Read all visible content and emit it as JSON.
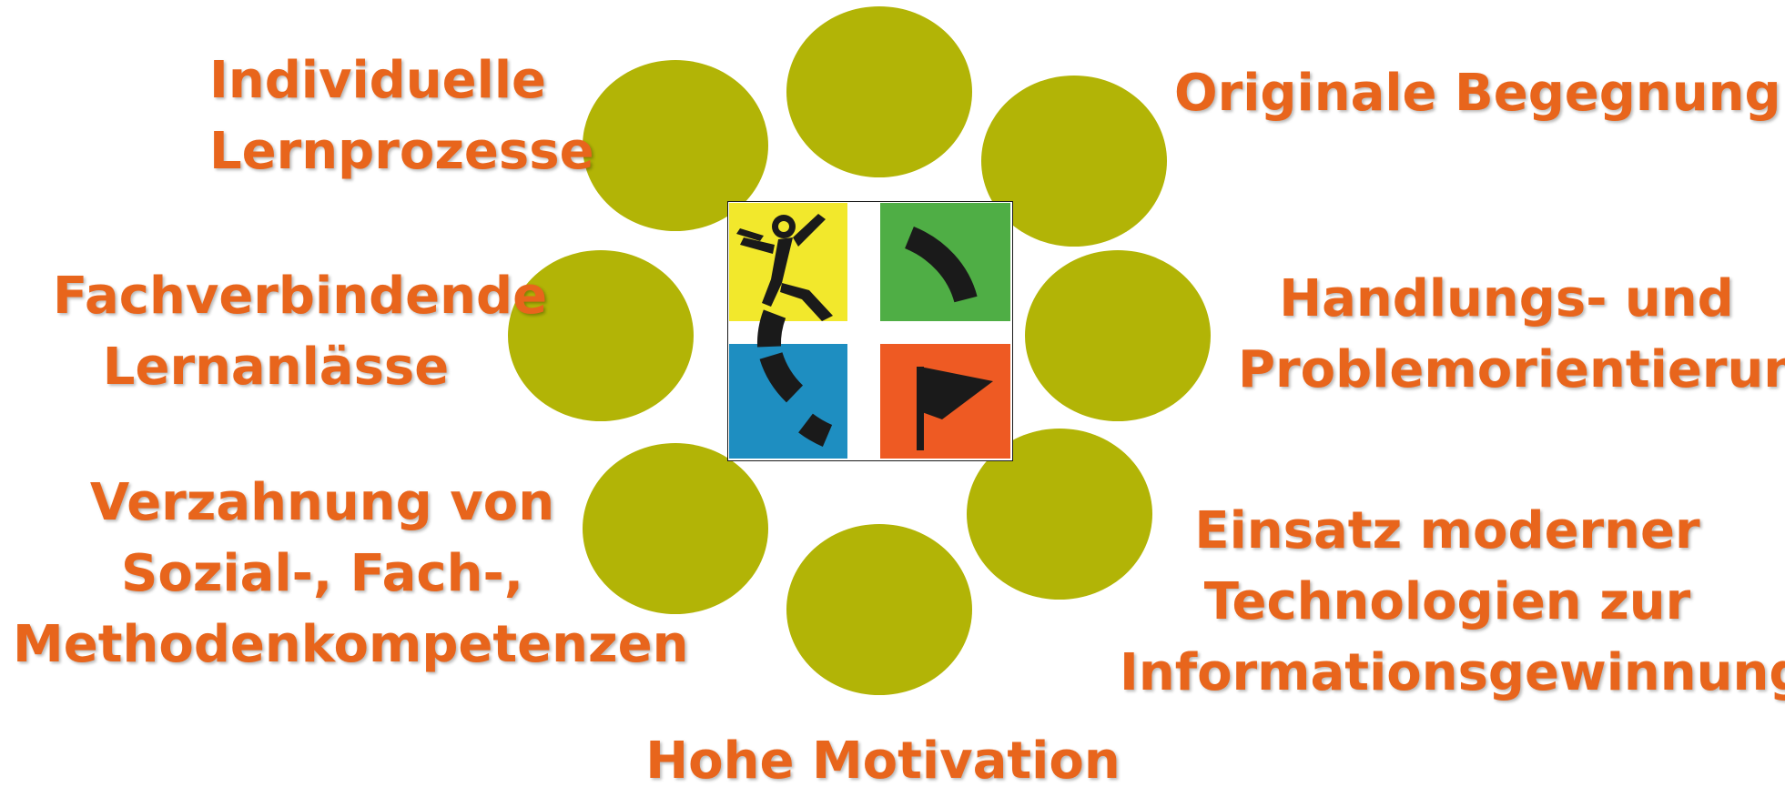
{
  "colors": {
    "label_text": "#e8651c",
    "circle_fill": "#b2b406",
    "logo_yellow": "#f2e82c",
    "logo_green": "#4fae45",
    "logo_blue": "#1e8ec1",
    "logo_orange": "#ee5a23",
    "logo_cross": "#ffffff",
    "logo_marks": "#1a1a1a"
  },
  "labels": {
    "top_left": [
      "Individuelle",
      "Lernprozesse"
    ],
    "mid_left": [
      "Fachverbindende",
      "Lernanlässe"
    ],
    "bottom_left": [
      "Verzahnung von",
      "Sozial-, Fach-,",
      "Methodenkompetenzen"
    ],
    "top_right": [
      "Originale Begegnung"
    ],
    "mid_right": [
      "Handlungs- und",
      "Problemorientierung"
    ],
    "bottom_right": [
      "Einsatz moderner",
      "Technologien zur",
      "Informationsgewinnung…"
    ],
    "bottom_center": [
      "Hohe Motivation"
    ]
  },
  "logo": {
    "icon": "geocaching-logo-icon"
  }
}
